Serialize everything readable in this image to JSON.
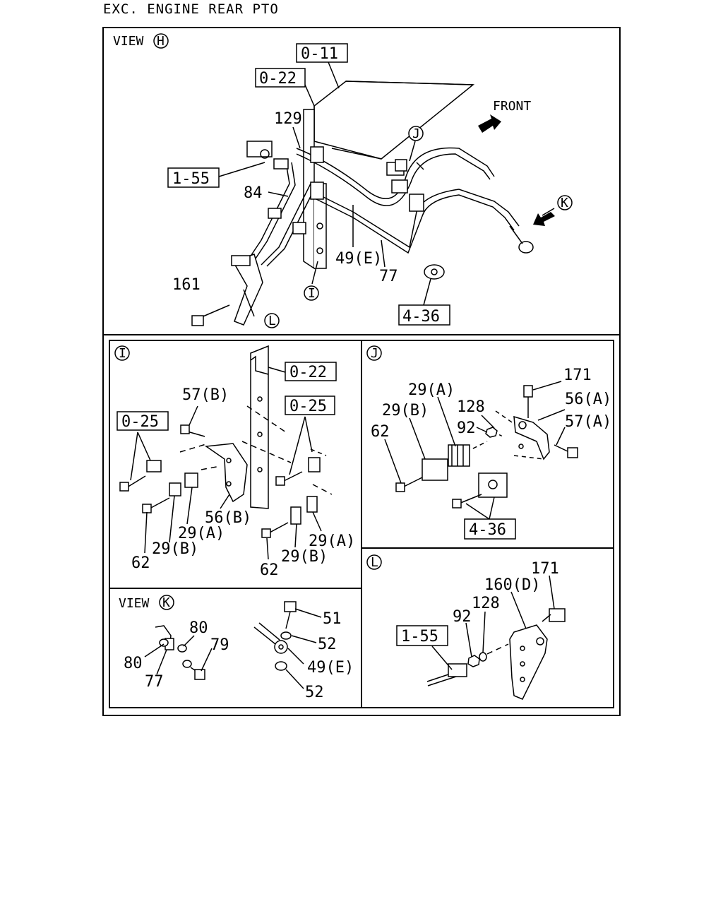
{
  "page_title": "EXC. ENGINE REAR PTO",
  "view_h": {
    "caption": "VIEW",
    "caption_circle": "H",
    "boxed_labels": [
      "0-11",
      "0-22",
      "1-55",
      "4-36"
    ],
    "labels": [
      "129",
      "84",
      "161",
      "49(E)",
      "77"
    ],
    "circle_callouts": [
      "J",
      "K",
      "I",
      "L"
    ],
    "front_text": "FRONT"
  },
  "panel_i": {
    "circle": "I",
    "boxed_labels": [
      "0-22",
      "0-25",
      "0-25"
    ],
    "labels": [
      "57(B)",
      "56(B)",
      "29(A)",
      "29(B)",
      "62",
      "62",
      "29(B)",
      "29(A)"
    ]
  },
  "panel_j": {
    "circle": "J",
    "boxed_labels": [
      "4-36"
    ],
    "labels": [
      "171",
      "56(A)",
      "57(A)",
      "29(A)",
      "29(B)",
      "128",
      "92",
      "62"
    ]
  },
  "panel_k": {
    "caption": "VIEW",
    "caption_circle": "K",
    "labels": [
      "80",
      "79",
      "80",
      "77",
      "51",
      "52",
      "49(E)",
      "52"
    ]
  },
  "panel_l": {
    "circle": "L",
    "boxed_labels": [
      "1-55"
    ],
    "labels": [
      "171",
      "160(D)",
      "128",
      "92"
    ]
  }
}
